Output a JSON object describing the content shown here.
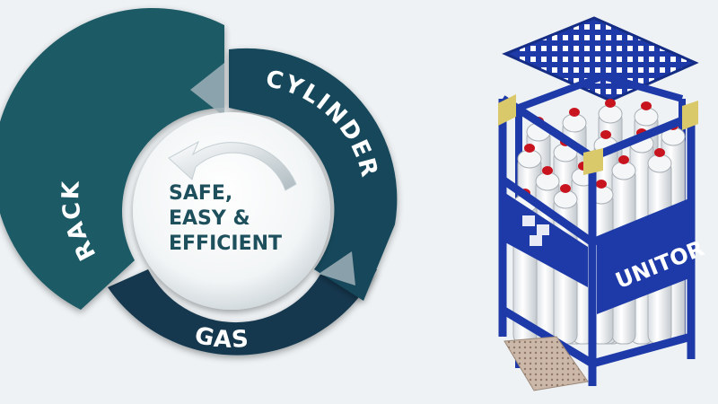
{
  "cycle": {
    "segments": [
      {
        "label": "RACK",
        "color": "#1f5a66"
      },
      {
        "label": "CYLINDER",
        "color": "#12475a"
      },
      {
        "label": "GAS",
        "color": "#14394f"
      }
    ],
    "center_lines": [
      "SAFE,",
      "EASY &",
      "EFFICIENT"
    ],
    "center_text_color": "#1d4f5c"
  },
  "product": {
    "brand": "UNITOR",
    "frame_color": "#1d3aa8",
    "cylinder_cap_color": "#c8141e",
    "corner_color": "#d9c96a"
  }
}
